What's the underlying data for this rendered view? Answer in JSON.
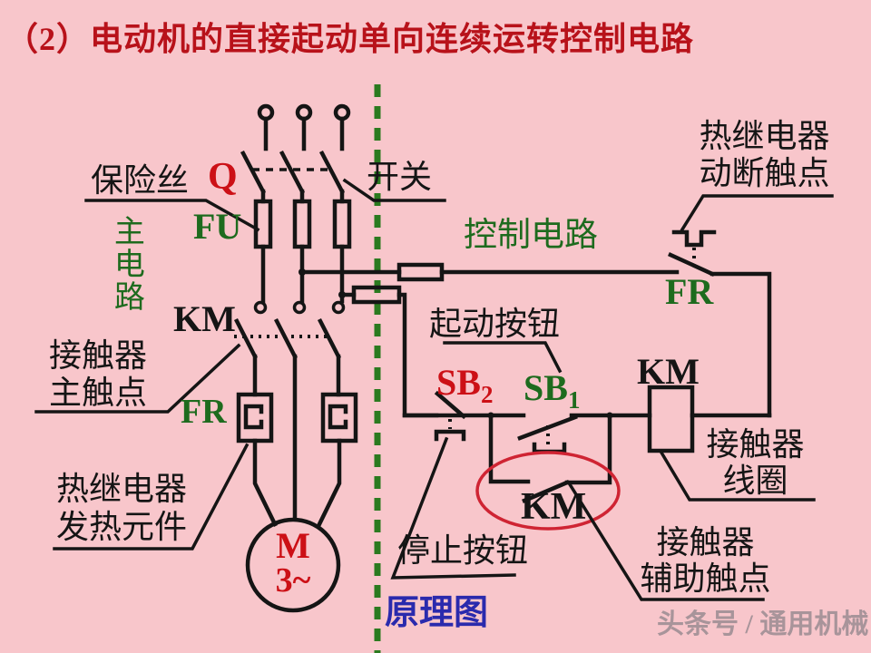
{
  "title": "（2）电动机的直接起动单向连续运转控制电路",
  "labels": {
    "fuse": "保险丝",
    "q": "Q",
    "fu": "FU",
    "switch": "开关",
    "main_circuit": "主电路",
    "control_circuit": "控制电路",
    "thermal_nc_line1": "热继电器",
    "thermal_nc_line2": "动断触点",
    "fr_top": "FR",
    "km_main": "KM",
    "contactor_main_line1": "接触器",
    "contactor_main_line2": "主触点",
    "fr_left": "FR",
    "start_button": "起动按钮",
    "sb2_main": "SB",
    "sb2_sub": "2",
    "sb1_main": "SB",
    "sb1_sub": "1",
    "km_coil": "KM",
    "coil_line1": "接触器",
    "coil_line2": "线圈",
    "heater_line1": "热继电器",
    "heater_line2": "发热元件",
    "motor_m": "M",
    "motor_phases": "3~",
    "stop_button": "停止按钮",
    "km_aux": "KM",
    "aux_line1": "接触器",
    "aux_line2": "辅助触点",
    "schematic": "原理图"
  },
  "watermark": "头条号 / 通用机械",
  "colors": {
    "background": "#f8c6cb",
    "line": "#151515",
    "red": "#cc1016",
    "green": "#1e6b1e",
    "blue": "#2a2aad",
    "ellipse": "#cf2433",
    "separator": "#2b7a1f",
    "watermark": "#a8949a",
    "title": "#b8121a"
  }
}
